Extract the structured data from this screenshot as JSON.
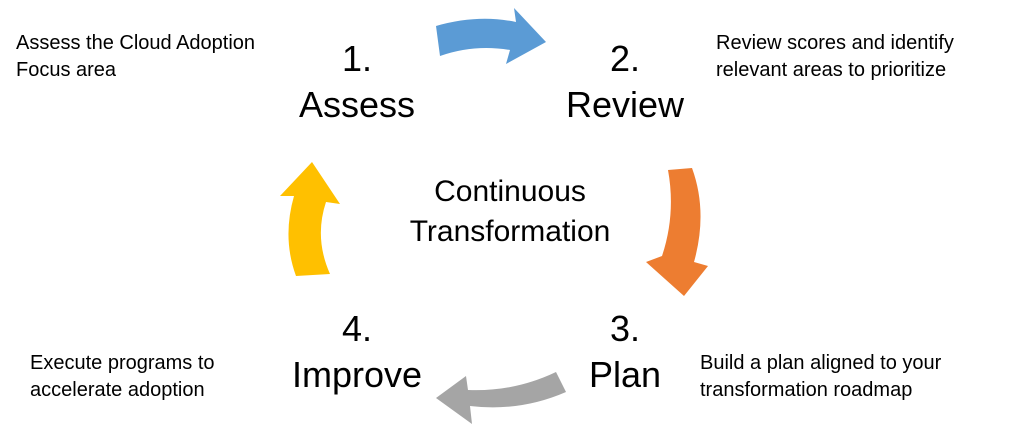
{
  "center": {
    "line1": "Continuous",
    "line2": "Transformation"
  },
  "steps": [
    {
      "number": "1.",
      "name": "Assess",
      "color": "#5b9bd5"
    },
    {
      "number": "2.",
      "name": "Review",
      "color": "#ed7d31"
    },
    {
      "number": "3.",
      "name": "Plan",
      "color": "#a5a5a5"
    },
    {
      "number": "4.",
      "name": "Improve",
      "color": "#ffc000"
    }
  ],
  "notes": {
    "assess": {
      "line1": "Assess the Cloud Adoption",
      "line2": "Focus area"
    },
    "review": {
      "line1": "Review scores and identify",
      "line2": "relevant areas to prioritize"
    },
    "plan": {
      "line1": "Build a plan aligned to your",
      "line2": "transformation roadmap"
    },
    "improve": {
      "line1": "Execute programs to",
      "line2": "accelerate adoption"
    }
  },
  "arrows": [
    {
      "name": "assess-to-review-arrow",
      "color": "#5b9bd5"
    },
    {
      "name": "review-to-plan-arrow",
      "color": "#ed7d31"
    },
    {
      "name": "plan-to-improve-arrow",
      "color": "#a5a5a5"
    },
    {
      "name": "improve-to-assess-arrow",
      "color": "#ffc000"
    }
  ]
}
